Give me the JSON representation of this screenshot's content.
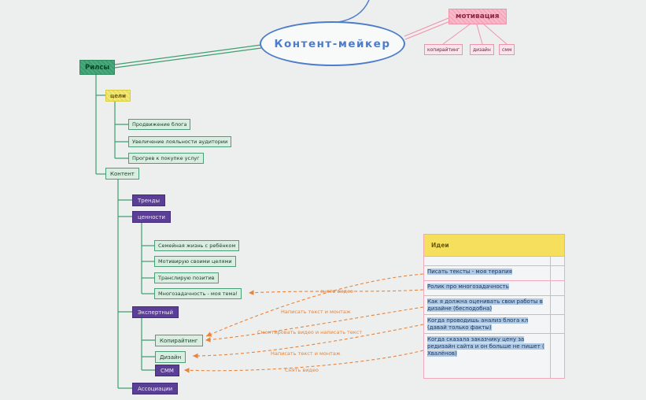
{
  "palette": {
    "background": "#edefee",
    "blue_accent": "#4d7cc9",
    "green_branch": "#3f9e70",
    "purple_node": "#5b3e96",
    "pink_branch": "#ef93ab",
    "yellow_table": "#f6df5c",
    "orange_arrow": "#e8833a"
  },
  "central": {
    "label": "Контент-мейкер"
  },
  "motivation": {
    "label": "мотивация",
    "children": [
      "копирайтинг",
      "дизайн",
      "смм"
    ]
  },
  "reels": {
    "label": "Рилсы",
    "goals": {
      "label": "цели",
      "items": [
        "Продвижение блога",
        "Увеличение лояльности аудитории",
        "Прогрев к покупке услуг"
      ]
    },
    "content": {
      "label": "Контент",
      "trends": "Тренды",
      "values": {
        "label": "ценности",
        "items": [
          "Семейная жизнь с ребёнком",
          "Мотивирую своими целями",
          "Транслирую позитив",
          "Многозадачность - моя тема!"
        ]
      },
      "expert": {
        "label": "Экспертный",
        "items": [
          "Копирайтинг",
          "Дизайн",
          "СММ"
        ]
      },
      "associations": "Ассоциации"
    }
  },
  "ideas_table": {
    "title": "Идеи",
    "rows": [
      "Писать тексты - моя терапия",
      "Ролик про многозадачность",
      "Как я должна оценивать свои работы в дизайне (бесподобна)",
      "Когда проводишь анализ блога кл (давай только факты)",
      "Когда сказала заказчику цену за редизайн сайта и он больше не пишет ( Хвалёнов)"
    ]
  },
  "arrow_labels": [
    "снять видео",
    "Написать текст и монтаж",
    "Смонтировать видео и написать текст",
    "Написать текст и монтаж",
    "Снять видео"
  ]
}
